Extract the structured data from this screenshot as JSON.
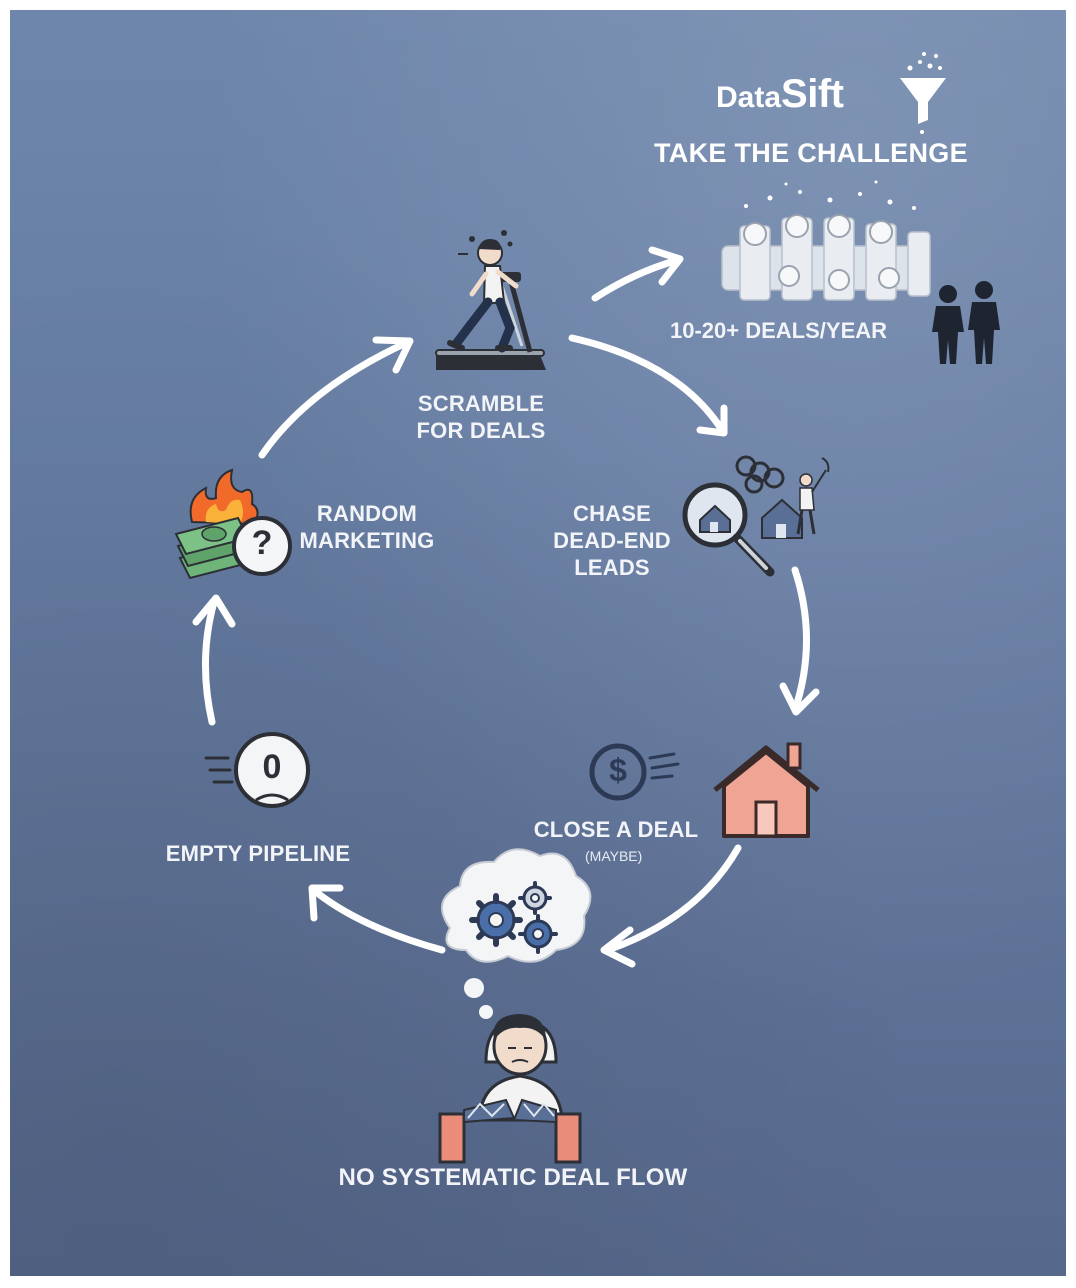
{
  "brand": {
    "name_part1": "Data",
    "name_part2": "Sift"
  },
  "challenge": {
    "title": "TAKE THE CHALLENGE",
    "deals_label": "10-20+ DEALS/YEAR"
  },
  "cycle": {
    "scramble": [
      "SCRAMBLE",
      "FOR DEALS"
    ],
    "chase": [
      "CHASE",
      "DEAD-END",
      "LEADS"
    ],
    "close": "CLOSE A DEAL",
    "close_note": "(MAYBE)",
    "no_flow": "NO SYSTEMATIC DEAL FLOW",
    "empty": "EMPTY PIPELINE",
    "empty_count": "0",
    "random": [
      "RANDOM",
      "MARKETING"
    ],
    "random_symbol": "?",
    "money_symbol": "$"
  },
  "colors": {
    "background": "#667da3",
    "arrow": "#ffffff",
    "house": "#f0a493",
    "house_outline": "#3a2a2a",
    "fire": "#f26a2a",
    "cash": "#5fa36a"
  },
  "icons": {
    "treadmill": "treadmill-runner-icon",
    "magnifier": "magnifier-house-icon",
    "house": "house-icon",
    "dollar": "dollar-coin-icon",
    "gears": "thought-gears-icon",
    "person": "stressed-person-icon",
    "zero": "zero-coin-icon",
    "cash_fire": "burning-cash-icon",
    "coins": "coin-stacks-icon",
    "people": "people-silhouette-icon",
    "funnel": "funnel-logo-icon"
  }
}
